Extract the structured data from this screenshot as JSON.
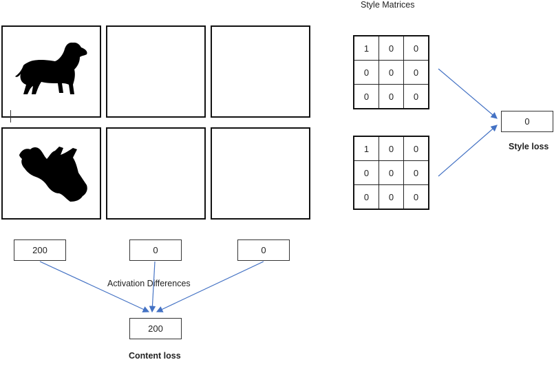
{
  "style_title": "Style Matrices",
  "style_matrix_1": [
    [
      "1",
      "0",
      "0"
    ],
    [
      "0",
      "0",
      "0"
    ],
    [
      "0",
      "0",
      "0"
    ]
  ],
  "style_matrix_2": [
    [
      "1",
      "0",
      "0"
    ],
    [
      "0",
      "0",
      "0"
    ],
    [
      "0",
      "0",
      "0"
    ]
  ],
  "style_loss_value": "0",
  "style_loss_label": "Style loss",
  "activation_values": [
    "200",
    "0",
    "0"
  ],
  "activation_label": "Activation Differences",
  "content_loss_value": "200",
  "content_loss_label": "Content loss",
  "colors": {
    "arrow": "#4472c4",
    "border": "#111111"
  },
  "icons": {
    "dog_upright": "dog-silhouette-icon",
    "dog_flipped": "dog-silhouette-flipped-icon"
  }
}
